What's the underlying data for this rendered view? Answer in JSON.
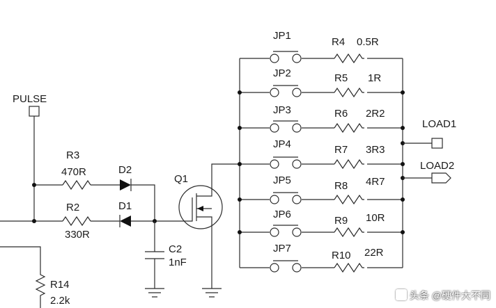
{
  "inputs": {
    "pulse": "PULSE"
  },
  "outputs": {
    "load1": "LOAD1",
    "load2": "LOAD2"
  },
  "components": {
    "r3": {
      "ref": "R3",
      "value": "470R"
    },
    "r2": {
      "ref": "R2",
      "value": "330R"
    },
    "d2": "D2",
    "d1": "D1",
    "c2": {
      "ref": "C2",
      "value": "1nF"
    },
    "q1": "Q1",
    "r14": {
      "ref": "R14",
      "value": "2.2k"
    }
  },
  "loads": [
    {
      "jumper": "JP1",
      "ref": "R4",
      "value": "0.5R"
    },
    {
      "jumper": "JP2",
      "ref": "R5",
      "value": "1R"
    },
    {
      "jumper": "JP3",
      "ref": "R6",
      "value": "2R2"
    },
    {
      "jumper": "JP4",
      "ref": "R7",
      "value": "3R3"
    },
    {
      "jumper": "JP5",
      "ref": "R8",
      "value": "4R7"
    },
    {
      "jumper": "JP6",
      "ref": "R9",
      "value": "10R"
    },
    {
      "jumper": "JP7",
      "ref": "R10",
      "value": "22R"
    }
  ],
  "watermark": "头条 @硬件大不同"
}
